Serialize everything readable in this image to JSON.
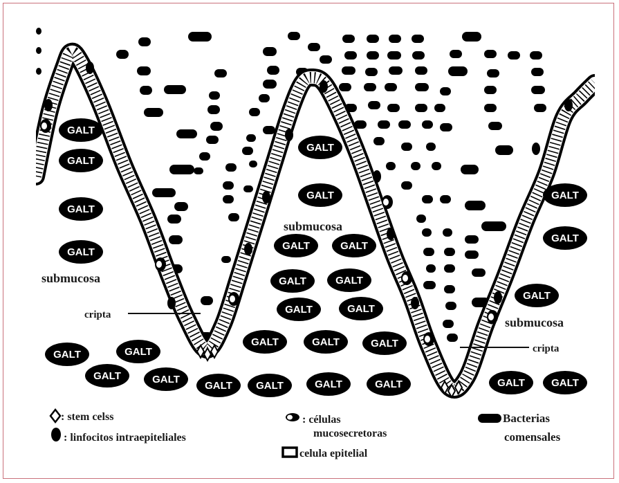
{
  "diagram": {
    "galt_label": "GALT",
    "submucosa_label": "submucosa",
    "cripta_label": "cripta"
  },
  "legend": {
    "stem_cells": ": stem celss",
    "linfocitos": ": linfocitos intraepiteliales",
    "mucosecretoras_line1": ": células",
    "mucosecretoras_line2": "mucosecretoras",
    "celula_epitelial": "celula epitelial",
    "bacterias_line1": "Bacterias",
    "bacterias_line2": "comensales"
  }
}
